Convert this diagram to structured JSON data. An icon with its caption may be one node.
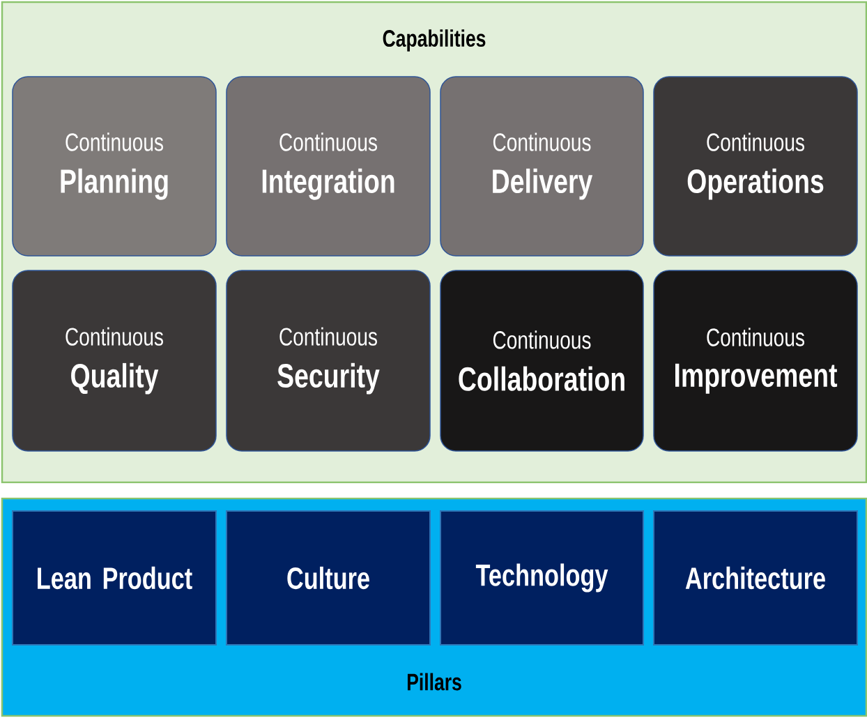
{
  "diagram": {
    "nodes": [
      {
        "text": [
          "Capabilities"
        ]
      },
      {
        "text": [
          "Continuous",
          "Planning"
        ],
        "in": 0
      },
      {
        "text": [
          "Continuous",
          "Integration"
        ],
        "in": 0
      },
      {
        "text": [
          "Continuous",
          "Delivery"
        ],
        "in": 0
      },
      {
        "text": [
          "Continuous",
          "Operations"
        ],
        "in": 0
      },
      {
        "text": [
          "Continuous",
          "Quality"
        ],
        "in": 0
      },
      {
        "text": [
          "Continuous",
          "Security"
        ],
        "in": 0
      },
      {
        "text": [
          "Continuous",
          "Collaboration"
        ],
        "in": 0
      },
      {
        "text": [
          "Continuous",
          "Improvement"
        ],
        "in": 0
      },
      {
        "text": [
          "Pillars"
        ]
      },
      {
        "text": [
          "Lean Product"
        ],
        "in": 9
      },
      {
        "text": [
          "Culture"
        ],
        "in": 9
      },
      {
        "text": [
          "Technology"
        ],
        "in": 9
      },
      {
        "text": [
          "Architecture"
        ],
        "in": 9
      }
    ]
  }
}
